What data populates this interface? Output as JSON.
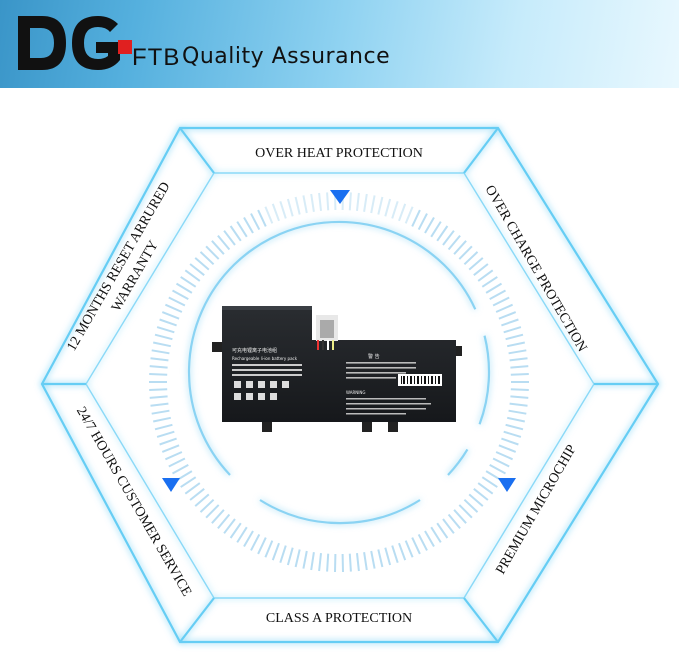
{
  "header": {
    "logo_text": "DG",
    "brand": "FTB",
    "title": "Quality Assurance"
  },
  "features": {
    "top": "OVER HEAT PROTECTION",
    "top_right": "OVER CHARGE PROTECTION",
    "bottom_right": "PREMIUM MICROCHIP",
    "bottom": "CLASS A PROTECTION",
    "bottom_left": "24/7 HOURS CUSTOMER SERVICE",
    "top_left_line1": "12 MONTHS RESET ARRURED",
    "top_left_line2": "WARRANTY"
  },
  "battery": {
    "label_title": "可充电锂离子电池组",
    "label_subtitle": "Rechargeable li-ion battery pack",
    "warning_title": "警 告",
    "warning_en": "WARNING"
  },
  "colors": {
    "accent": "#1a6ff0",
    "hex_outline": "#5cc8f2",
    "header_start": "#3a95c8",
    "header_end": "#e9f8fe"
  }
}
